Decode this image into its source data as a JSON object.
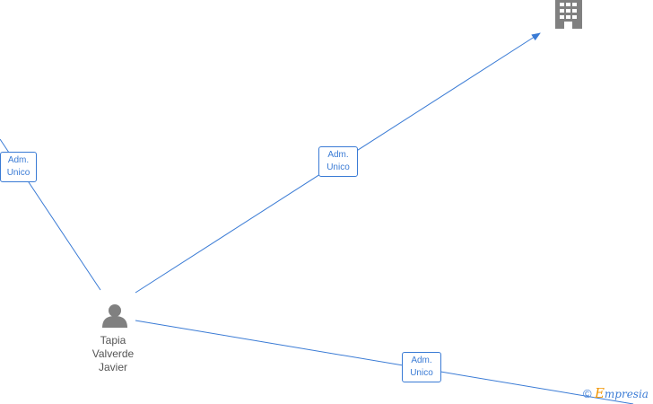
{
  "person": {
    "name_lines": [
      "Tapia",
      "Valverde",
      "Javier"
    ],
    "icon": "person-icon"
  },
  "company": {
    "icon": "building-icon"
  },
  "edges": [
    {
      "role_line1": "Adm.",
      "role_line2": "Unico"
    },
    {
      "role_line1": "Adm.",
      "role_line2": "Unico"
    },
    {
      "role_line1": "Adm.",
      "role_line2": "Unico"
    }
  ],
  "watermark": {
    "copyright": "©",
    "brand_first": "E",
    "brand_rest": "mpresia"
  },
  "colors": {
    "edge": "#3a7bd5",
    "icon": "#808080",
    "text": "#555555",
    "brand_e": "#f29400"
  }
}
